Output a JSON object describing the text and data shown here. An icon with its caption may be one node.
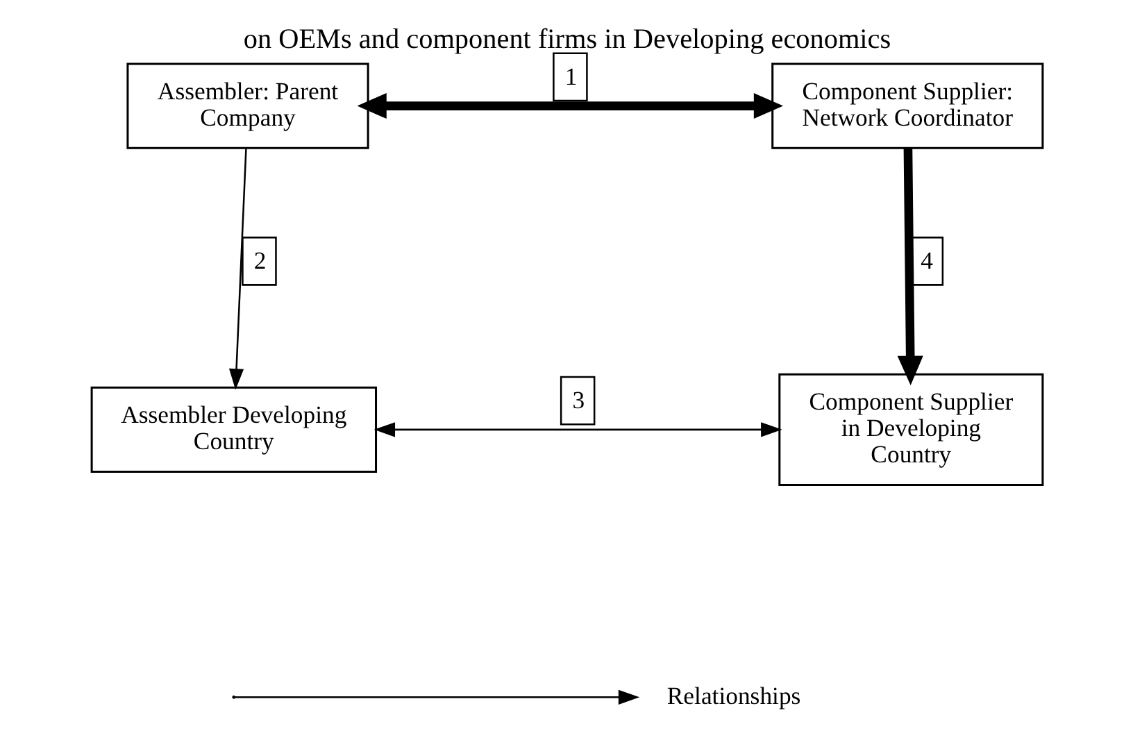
{
  "diagram": {
    "title": "on OEMs and component firms in Developing economics",
    "nodes": [
      {
        "text": [
          "Assembler: Parent Company"
        ]
      },
      {
        "text": [
          "Component Supplier: Network Coordinator"
        ]
      },
      {
        "text": [
          "Assembler Developing Country"
        ]
      },
      {
        "text": [
          "Component Supplier in Developing Country"
        ]
      }
    ],
    "edges": [
      {
        "from": 0,
        "to": 1,
        "arrow": "both",
        "style": "thick",
        "label": "1"
      },
      {
        "from": 0,
        "to": 2,
        "arrow": "to",
        "label": "2"
      },
      {
        "from": 2,
        "to": 3,
        "arrow": "both",
        "label": "3"
      },
      {
        "from": 1,
        "to": 3,
        "arrow": "to",
        "style": "thick",
        "label": "4"
      }
    ],
    "legend": [
      {
        "text": "Relationships"
      }
    ]
  }
}
